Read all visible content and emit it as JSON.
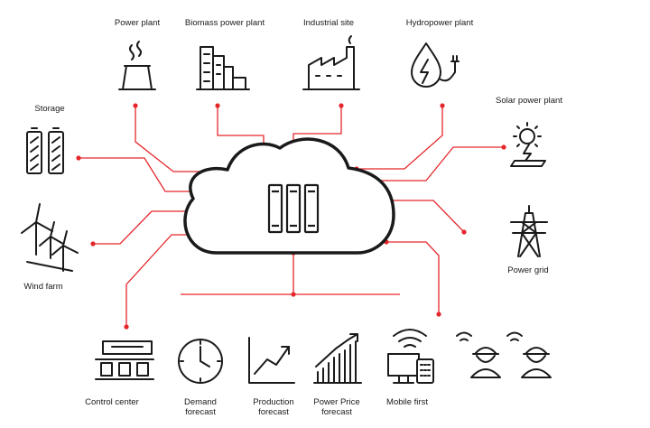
{
  "diagram": {
    "accent_color": "#e5262a",
    "stroke_color": "#1a1a1a",
    "center": {
      "name": "cloud",
      "icon": "server-racks-icon"
    },
    "top_nodes": [
      {
        "label": "Power plant",
        "icon": "power-plant-icon"
      },
      {
        "label": "Biomass power plant",
        "icon": "biomass-plant-icon"
      },
      {
        "label": "Industrial site",
        "icon": "factory-icon"
      },
      {
        "label": "Hydropower plant",
        "icon": "hydropower-icon"
      }
    ],
    "left_nodes": [
      {
        "label": "Storage",
        "icon": "battery-storage-icon"
      },
      {
        "label": "Wind farm",
        "icon": "wind-turbine-icon"
      }
    ],
    "right_nodes": [
      {
        "label": "Solar power plant",
        "icon": "solar-panel-icon"
      },
      {
        "label": "Power grid",
        "icon": "transmission-tower-icon"
      }
    ],
    "bottom_nodes": [
      {
        "label": "Control center",
        "icon": "control-center-icon"
      },
      {
        "label": "Demand forecast",
        "icon": "clock-icon"
      },
      {
        "label": "Production forecast",
        "icon": "line-chart-icon"
      },
      {
        "label": "Power Price forecast",
        "icon": "bar-chart-icon"
      },
      {
        "label": "Mobile first",
        "icon": "mobile-devices-icon"
      },
      {
        "label": "",
        "icon": "field-workers-icon"
      }
    ]
  }
}
